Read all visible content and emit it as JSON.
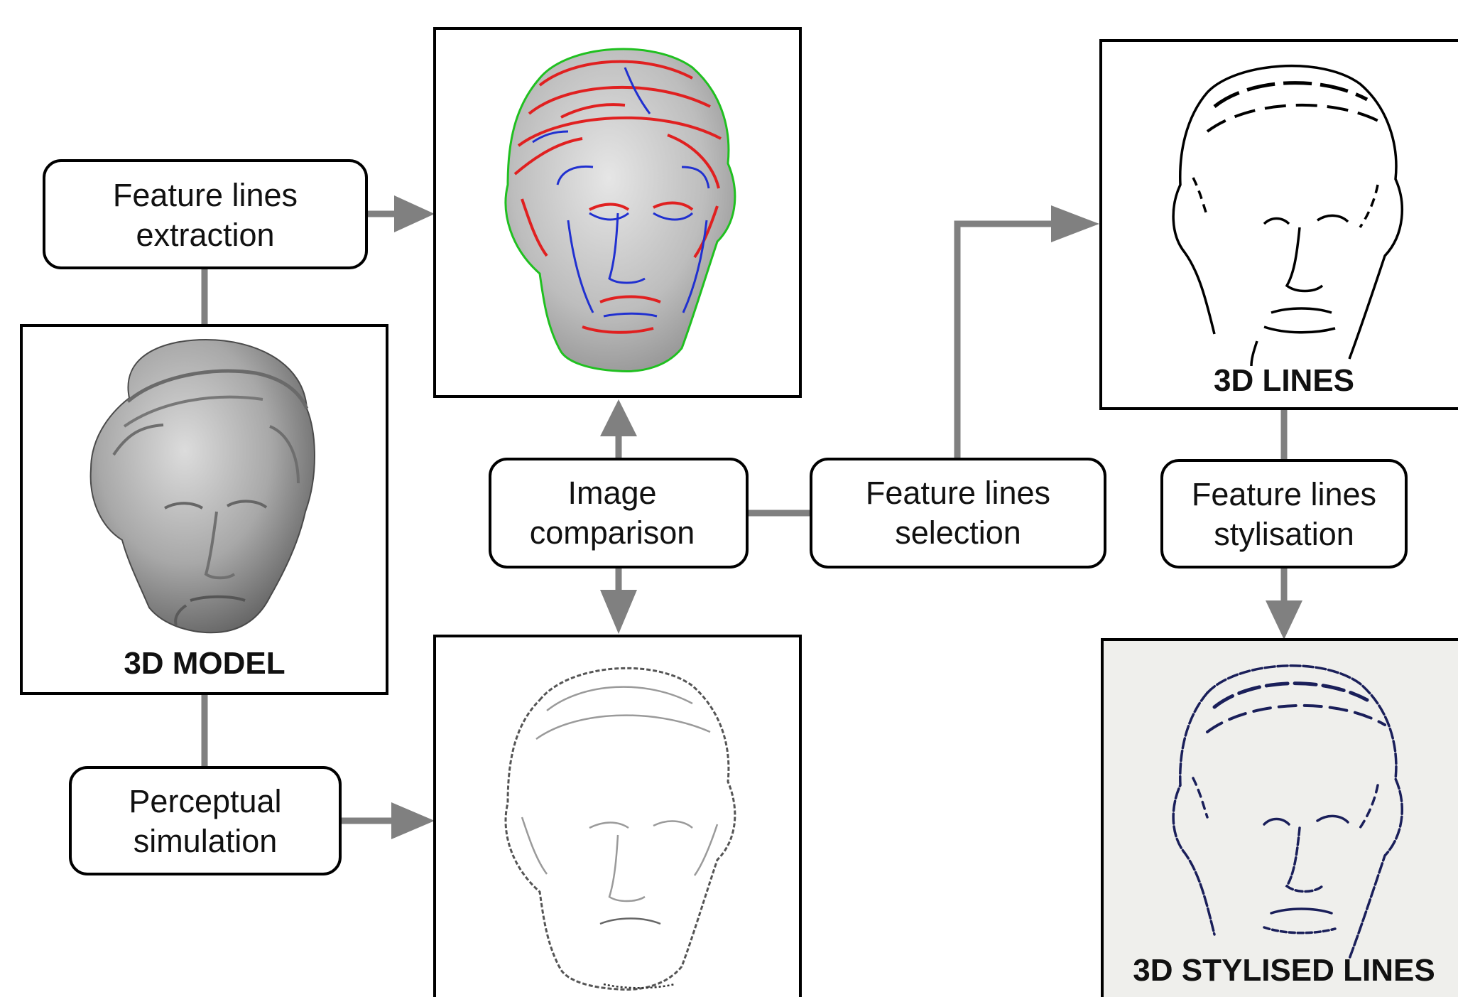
{
  "colors": {
    "connector": "#808080",
    "frame": "#000000",
    "stylised_bg": "#efefec",
    "ridge_lines": "#e02020",
    "valley_lines": "#2030d0",
    "silhouette": "#20c020",
    "ink": "#1a1f5a"
  },
  "process_boxes": {
    "extraction": {
      "line1": "Feature lines",
      "line2": "extraction"
    },
    "perceptual": {
      "line1": "Perceptual",
      "line2": "simulation"
    },
    "comparison": {
      "line1": "Image",
      "line2": "comparison"
    },
    "selection": {
      "line1": "Feature lines",
      "line2": "selection"
    },
    "stylisation": {
      "line1": "Feature lines",
      "line2": "stylisation"
    }
  },
  "images": {
    "model": {
      "caption": "3D MODEL",
      "icon": "shaded-head-icon"
    },
    "feature_lines": {
      "icon": "colored-feature-lines-head-icon"
    },
    "perceptual": {
      "icon": "perceptual-map-head-icon"
    },
    "lines": {
      "caption": "3D LINES",
      "icon": "line-drawing-head-icon"
    },
    "stylised": {
      "caption": "3D STYLISED LINES",
      "icon": "ink-drawing-head-icon"
    }
  }
}
